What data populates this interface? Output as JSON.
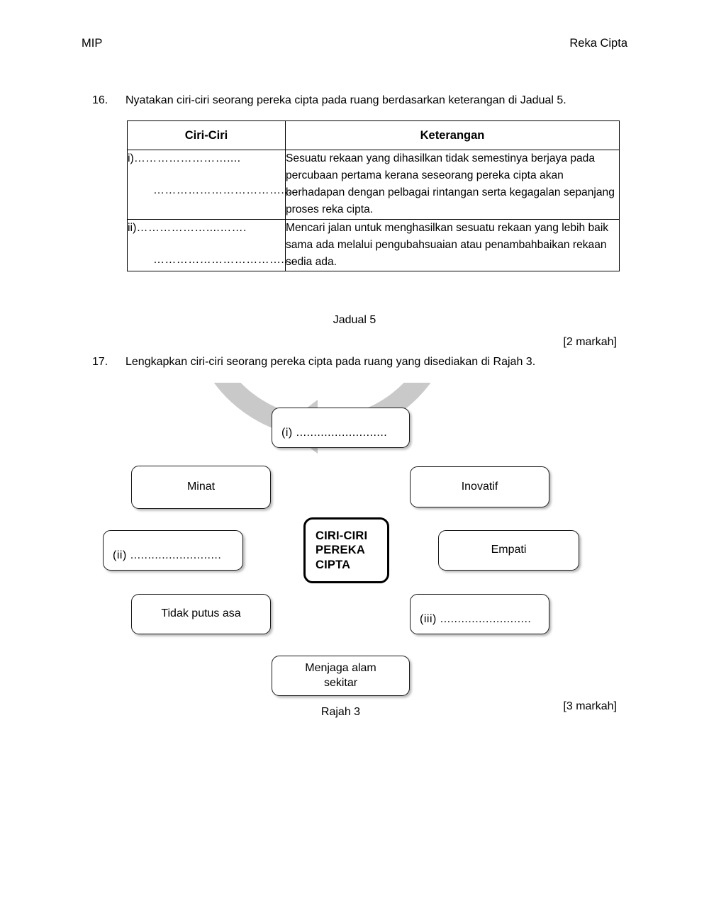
{
  "header": {
    "left": "MIP",
    "right": "Reka Cipta"
  },
  "question16": {
    "number": "16.",
    "text": "Nyatakan ciri-ciri seorang pereka cipta pada ruang berdasarkan keterangan di Jadual 5.",
    "table": {
      "headers": [
        "Ciri-Ciri",
        "Keterangan"
      ],
      "rows": [
        {
          "label": "i)",
          "answer_line1": "……………………....",
          "answer_line2": "…………………………….....",
          "keterangan": "Sesuatu rekaan yang dihasilkan tidak semestinya berjaya pada percubaan pertama kerana seseorang pereka cipta akan berhadapan dengan pelbagai rintangan serta kegagalan sepanjang proses reka cipta."
        },
        {
          "label": "ii)",
          "answer_line1": "………………....…….",
          "answer_line2": "…………………………….....",
          "keterangan": "Mencari jalan untuk menghasilkan sesuatu rekaan yang lebih baik sama ada melalui pengubahsuaian atau penambahbaikan rekaan sedia ada."
        }
      ]
    },
    "caption": "Jadual 5",
    "marks": "[2 markah]"
  },
  "question17": {
    "number": "17.",
    "text": "Lengkapkan ciri-ciri seorang pereka cipta pada ruang yang disediakan di Rajah 3.",
    "diagram": {
      "center_label": "CIRI-CIRI PEREKA CIPTA",
      "center_lines": [
        "CIRI-CIRI",
        "PEREKA",
        "CIPTA"
      ],
      "ring_color": "#c9c9c9",
      "nodes": [
        {
          "id": "top",
          "label": "(i) ..........................",
          "blank": true,
          "marker": "(i)"
        },
        {
          "id": "upper-right",
          "label": "Inovatif",
          "blank": false
        },
        {
          "id": "right",
          "label": "Empati",
          "blank": false
        },
        {
          "id": "lower-right",
          "label": "(iii) ..........................",
          "blank": true,
          "marker": "(iii)"
        },
        {
          "id": "bottom",
          "label": "Menjaga alam sekitar",
          "blank": false
        },
        {
          "id": "lower-left",
          "label": "Tidak putus asa",
          "blank": false
        },
        {
          "id": "left",
          "label": "(ii) ..........................",
          "blank": true,
          "marker": "(ii)"
        },
        {
          "id": "upper-left",
          "label": "Minat",
          "blank": false
        }
      ],
      "bottom_line1": "Menjaga alam",
      "bottom_line2": "sekitar"
    },
    "caption": "Rajah 3",
    "marks": "[3 markah]"
  }
}
